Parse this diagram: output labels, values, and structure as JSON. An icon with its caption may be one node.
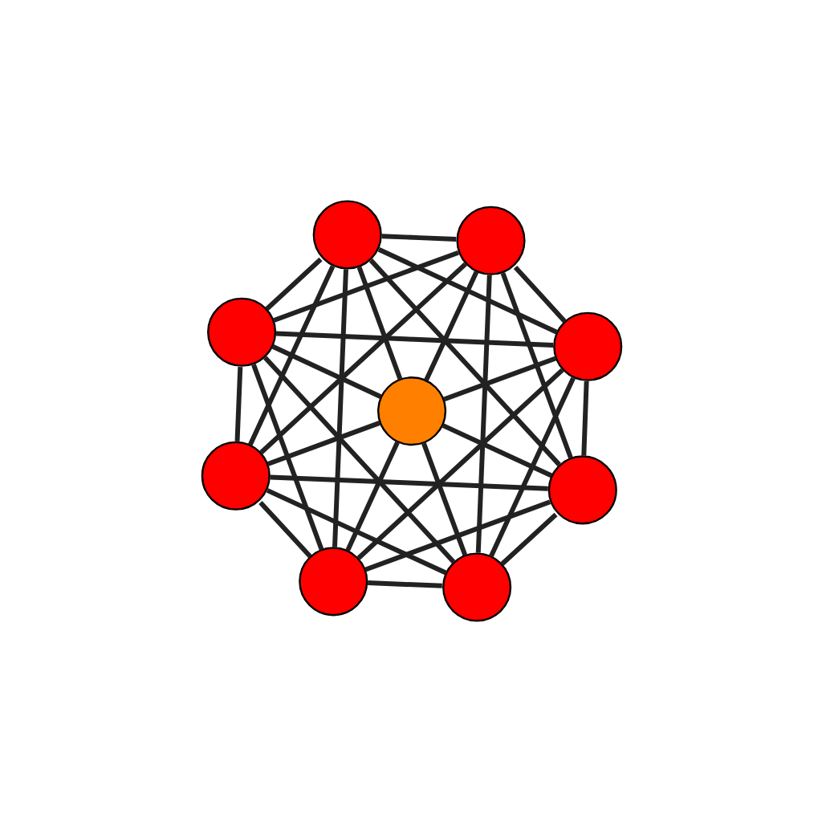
{
  "diagram": {
    "nodes": [
      {
        "text": [],
        "shape": "circle"
      },
      {
        "text": [],
        "shape": "circle"
      },
      {
        "text": [],
        "shape": "circle"
      },
      {
        "text": [],
        "shape": "circle"
      },
      {
        "text": [],
        "shape": "circle"
      },
      {
        "text": [],
        "shape": "circle"
      },
      {
        "text": [],
        "shape": "circle"
      },
      {
        "text": [],
        "shape": "circle"
      },
      {
        "text": [],
        "shape": "circle"
      }
    ],
    "edges": [
      {
        "from": 0,
        "to": 1,
        "arrow": "none"
      },
      {
        "from": 0,
        "to": 2,
        "arrow": "none"
      },
      {
        "from": 0,
        "to": 3,
        "arrow": "none"
      },
      {
        "from": 0,
        "to": 5,
        "arrow": "none"
      },
      {
        "from": 0,
        "to": 6,
        "arrow": "none"
      },
      {
        "from": 0,
        "to": 7,
        "arrow": "none"
      },
      {
        "from": 0,
        "to": 4,
        "arrow": "none"
      },
      {
        "from": 1,
        "to": 2,
        "arrow": "none"
      },
      {
        "from": 1,
        "to": 3,
        "arrow": "none"
      },
      {
        "from": 1,
        "to": 5,
        "arrow": "none"
      },
      {
        "from": 1,
        "to": 6,
        "arrow": "none"
      },
      {
        "from": 1,
        "to": 8,
        "arrow": "none"
      },
      {
        "from": 1,
        "to": 4,
        "arrow": "none"
      },
      {
        "from": 2,
        "to": 3,
        "arrow": "none"
      },
      {
        "from": 2,
        "to": 5,
        "arrow": "none"
      },
      {
        "from": 2,
        "to": 7,
        "arrow": "none"
      },
      {
        "from": 2,
        "to": 8,
        "arrow": "none"
      },
      {
        "from": 2,
        "to": 4,
        "arrow": "none"
      },
      {
        "from": 3,
        "to": 6,
        "arrow": "none"
      },
      {
        "from": 3,
        "to": 7,
        "arrow": "none"
      },
      {
        "from": 3,
        "to": 8,
        "arrow": "none"
      },
      {
        "from": 3,
        "to": 4,
        "arrow": "none"
      },
      {
        "from": 4,
        "to": 5,
        "arrow": "none"
      },
      {
        "from": 4,
        "to": 6,
        "arrow": "none"
      },
      {
        "from": 4,
        "to": 7,
        "arrow": "none"
      },
      {
        "from": 4,
        "to": 8,
        "arrow": "none"
      },
      {
        "from": 5,
        "to": 6,
        "arrow": "none"
      },
      {
        "from": 5,
        "to": 7,
        "arrow": "none"
      },
      {
        "from": 5,
        "to": 8,
        "arrow": "none"
      },
      {
        "from": 6,
        "to": 7,
        "arrow": "none"
      },
      {
        "from": 6,
        "to": 8,
        "arrow": "none"
      },
      {
        "from": 7,
        "to": 8,
        "arrow": "none"
      }
    ]
  }
}
